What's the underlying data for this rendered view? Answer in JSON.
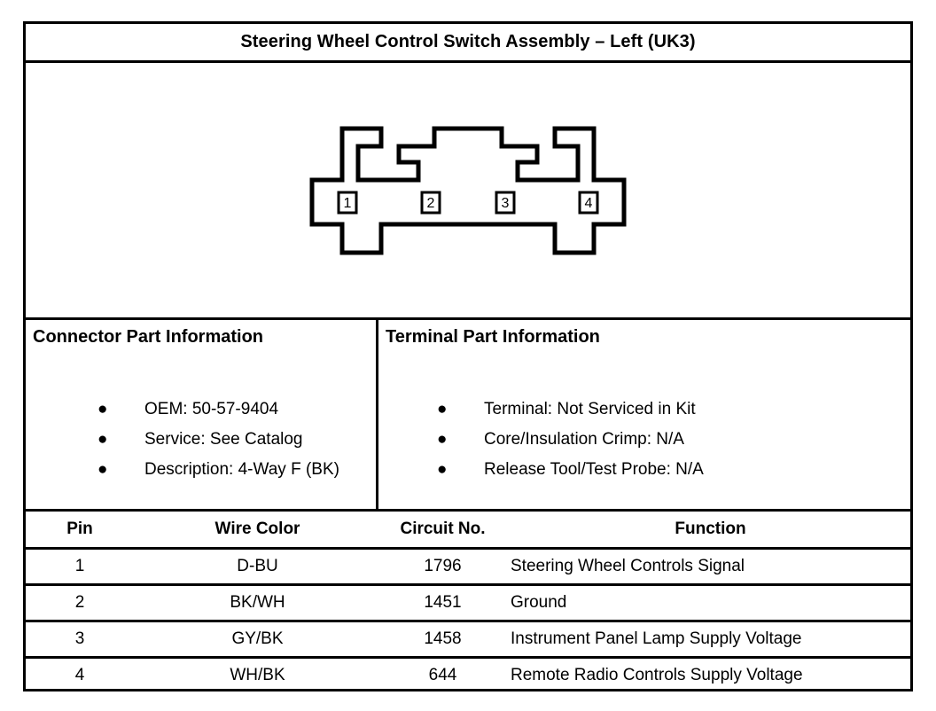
{
  "title": "Steering Wheel Control Switch Assembly – Left (UK3)",
  "diagram": {
    "name": "4-way-connector-face-view",
    "pin_labels": [
      "1",
      "2",
      "3",
      "4"
    ]
  },
  "connector_panel": {
    "heading": "Connector Part Information",
    "items": [
      "OEM: 50-57-9404",
      "Service: See Catalog",
      "Description: 4-Way F (BK)"
    ]
  },
  "terminal_panel": {
    "heading": "Terminal Part Information",
    "items": [
      "Terminal: Not Serviced in Kit",
      "Core/Insulation Crimp: N/A",
      "Release Tool/Test Probe: N/A"
    ]
  },
  "pin_table": {
    "headers": [
      "Pin",
      "Wire Color",
      "Circuit No.",
      "Function"
    ],
    "rows": [
      {
        "pin": "1",
        "wire_color": "D-BU",
        "circuit_no": "1796",
        "function": "Steering Wheel Controls Signal"
      },
      {
        "pin": "2",
        "wire_color": "BK/WH",
        "circuit_no": "1451",
        "function": "Ground"
      },
      {
        "pin": "3",
        "wire_color": "GY/BK",
        "circuit_no": "1458",
        "function": "Instrument Panel Lamp Supply Voltage"
      },
      {
        "pin": "4",
        "wire_color": "WH/BK",
        "circuit_no": "644",
        "function": "Remote Radio Controls Supply Voltage"
      }
    ]
  },
  "colors": {
    "line": "#000000",
    "background": "#ffffff"
  }
}
